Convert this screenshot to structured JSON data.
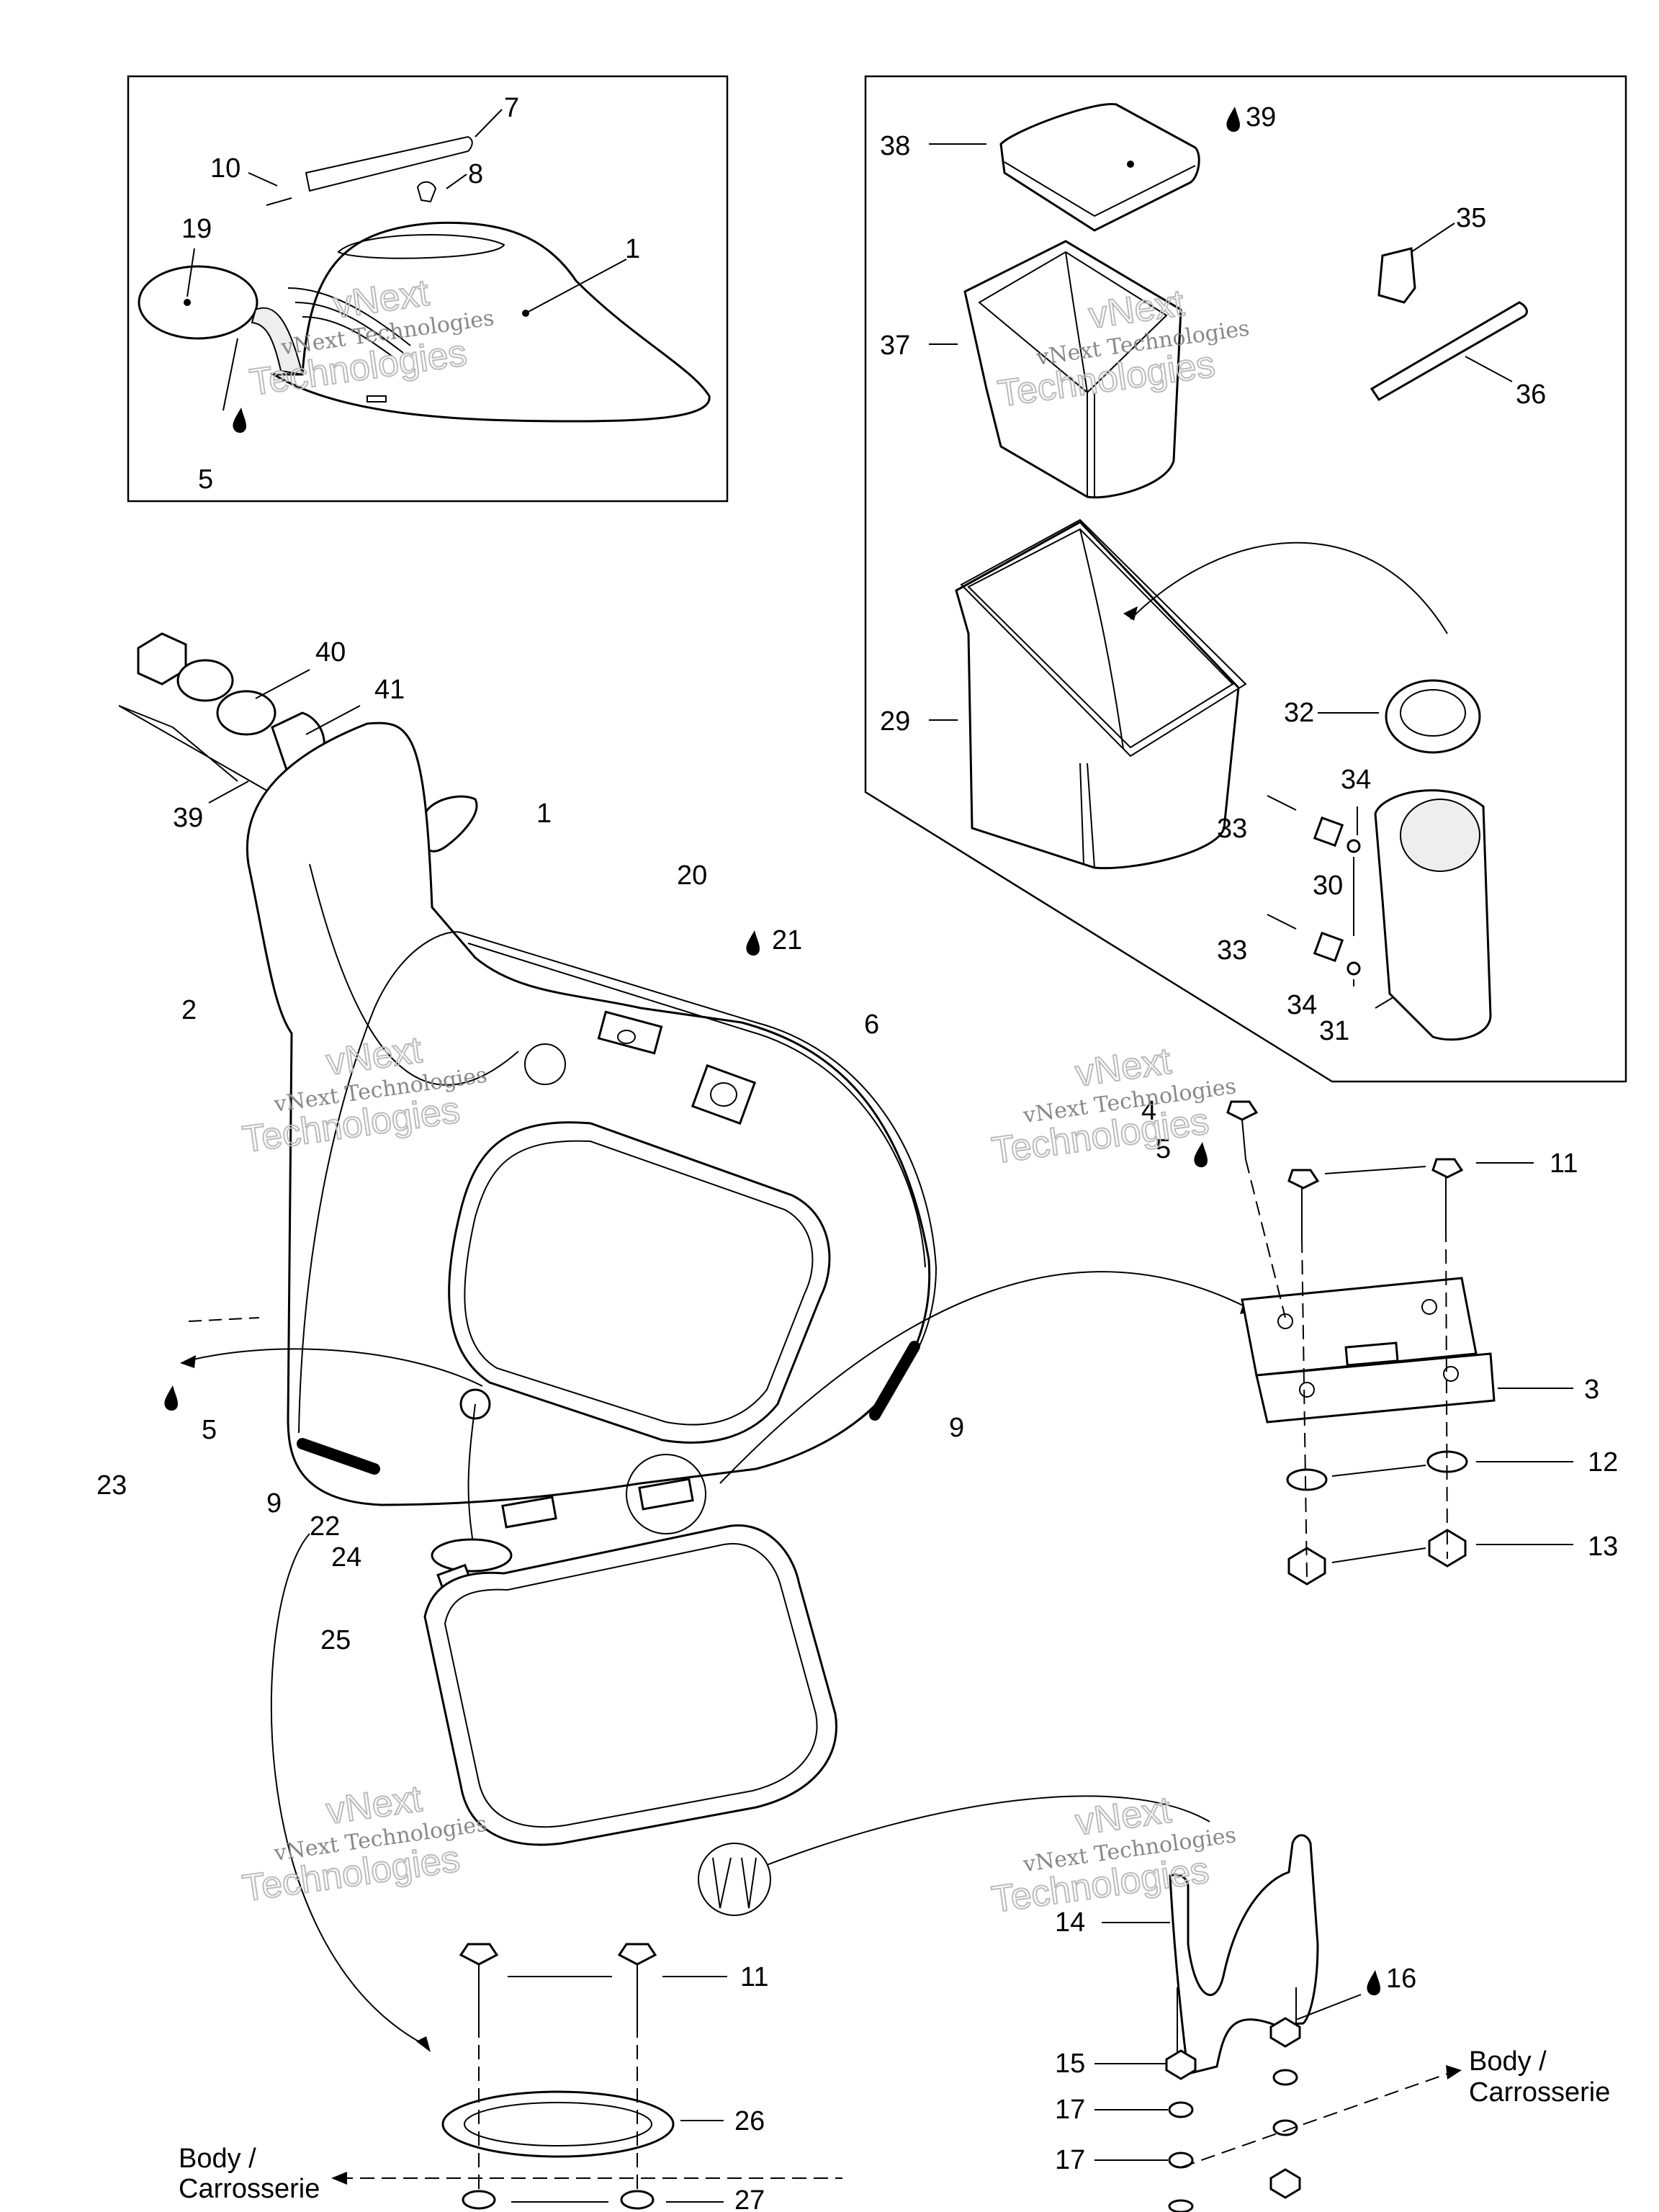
{
  "callouts": {
    "c1a": "1",
    "c7": "7",
    "c10": "10",
    "c8": "8",
    "c19": "19",
    "c5a": "5",
    "c38": "38",
    "c39a": "39",
    "c37": "37",
    "c35": "35",
    "c36": "36",
    "c29": "29",
    "c32": "32",
    "c34a": "34",
    "c33a": "33",
    "c30": "30",
    "c33b": "33",
    "c34b": "34",
    "c31": "31",
    "c40": "40",
    "c41": "41",
    "c39b": "39",
    "c1b": "1",
    "c20": "20",
    "c21": "21",
    "c2": "2",
    "c6": "6",
    "c4": "4",
    "c5b": "5",
    "c11a": "11",
    "c3": "3",
    "c12": "12",
    "c13": "13",
    "c23": "23",
    "c5c": "5",
    "c9a": "9",
    "c9b": "9",
    "c22": "22",
    "c24": "24",
    "c25": "25",
    "c14": "14",
    "c16": "16",
    "c15": "15",
    "c17a": "17",
    "c17b": "17",
    "c11b": "11",
    "c26": "26",
    "c27": "27"
  },
  "labels": {
    "body_right_1": "Body /",
    "body_right_2": "Carrosserie",
    "body_left_1": "Body /",
    "body_left_2": "Carrosserie"
  },
  "watermark": {
    "line1": "vNext Technologies",
    "line2": "vNext",
    "line3": "Technologies"
  },
  "icons": {
    "sealant": "droplet-icon"
  }
}
